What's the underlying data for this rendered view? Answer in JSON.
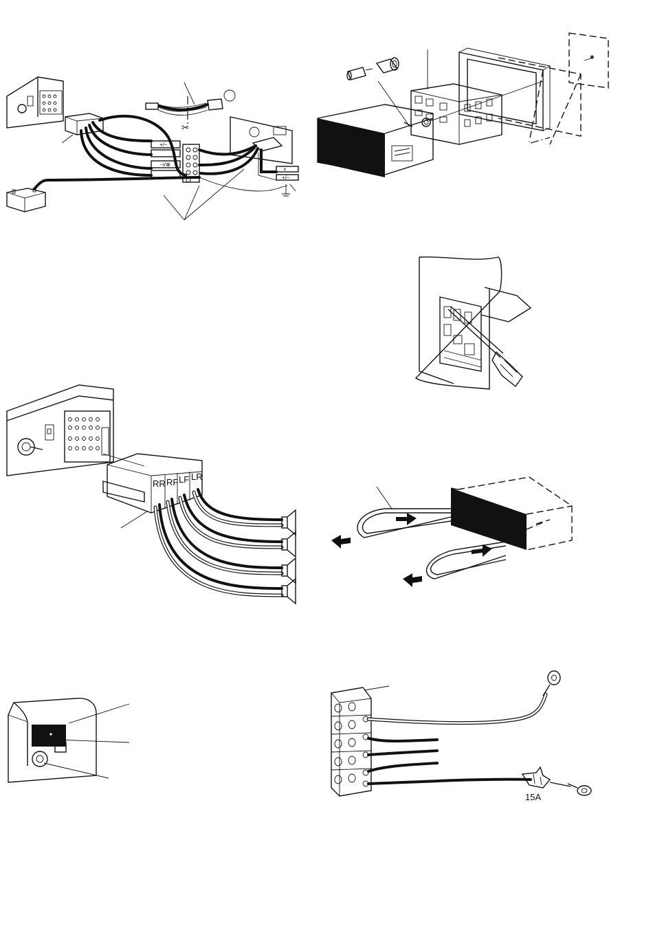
{
  "speaker_connector_labels": [
    "RR",
    "RF",
    "LF",
    "LR"
  ],
  "fuse_rating": "15A",
  "terminal_symbols": {
    "rows": [
      "+/−",
      "",
      "⊣/⊗",
      ""
    ],
    "right_top": "×",
    "right_bottom": "+/−"
  }
}
